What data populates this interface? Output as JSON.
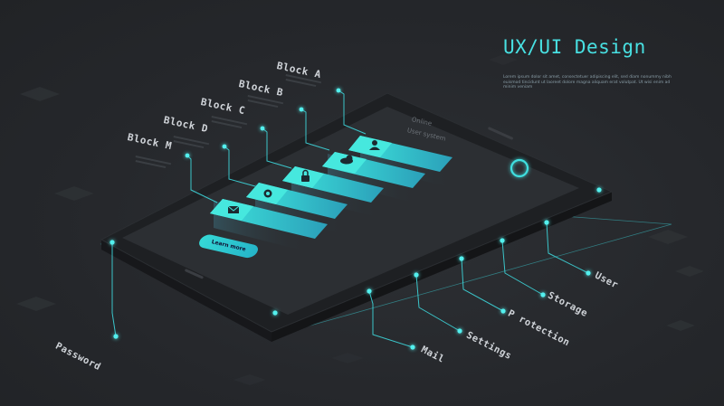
{
  "header": {
    "title": "UX/UI Design",
    "subtitle": "Lorem ipsum dolor sit amet, consectetuer adipiscing elit, sed diam nonummy nibh euismod tincidunt ut laoreet dolore magna aliquam erat volutpat. Ut wisi enim ad minim veniam"
  },
  "blocks": [
    {
      "label": "Block A",
      "icon": "user-icon"
    },
    {
      "label": "Block B",
      "icon": "cloud-icon"
    },
    {
      "label": "Block C",
      "icon": "lock-icon"
    },
    {
      "label": "Block D",
      "icon": "gear-icon"
    },
    {
      "label": "Block M",
      "icon": "mail-icon"
    }
  ],
  "screen": {
    "line1": "Online",
    "line2": "User system",
    "button_label": "Learn more"
  },
  "features": [
    {
      "label": "Password"
    },
    {
      "label": "Mail"
    },
    {
      "label": "Settings"
    },
    {
      "label": "P rotection"
    },
    {
      "label": "Storage"
    },
    {
      "label": "User"
    }
  ],
  "colors": {
    "background": "#26282c",
    "accent": "#48e0e2",
    "phone_body": "#1e2023",
    "phone_screen": "#2c2f33"
  }
}
